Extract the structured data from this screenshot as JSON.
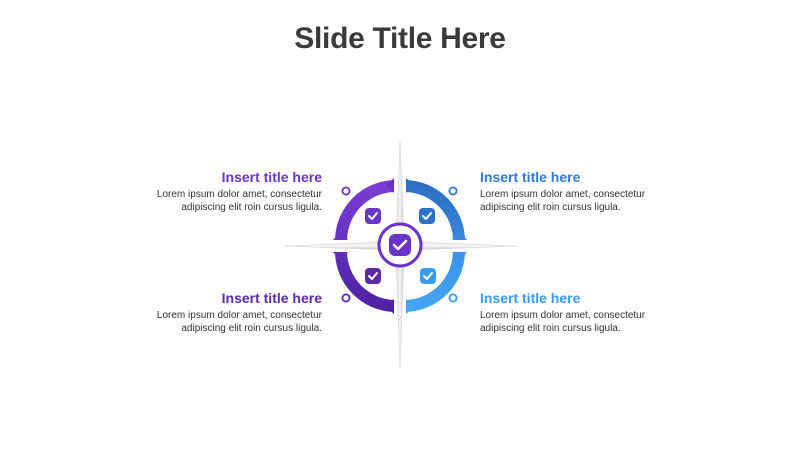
{
  "slide": {
    "title": "Slide Title Here"
  },
  "quadrants": {
    "top_left": {
      "title": "Insert title here",
      "body": "Lorem ipsum dolor amet, consectetur\nadipiscing elit roin cursus ligula.",
      "color": "#6A34C8"
    },
    "top_right": {
      "title": "Insert title here",
      "body": "Lorem ipsum dolor amet, consectetur\nadipiscing elit roin cursus ligula.",
      "color": "#2E7BD0"
    },
    "bottom_left": {
      "title": "Insert title here",
      "body": "Lorem ipsum dolor amet, consectetur\nadipiscing elit roin cursus ligula.",
      "color": "#5A2AA8"
    },
    "bottom_right": {
      "title": "Insert title here",
      "body": "Lorem ipsum dolor amet, consectetur\nadipiscing elit roin cursus ligula.",
      "color": "#3A9BF0"
    }
  },
  "center": {
    "icon": "check-icon",
    "color": "#6A34C8"
  }
}
